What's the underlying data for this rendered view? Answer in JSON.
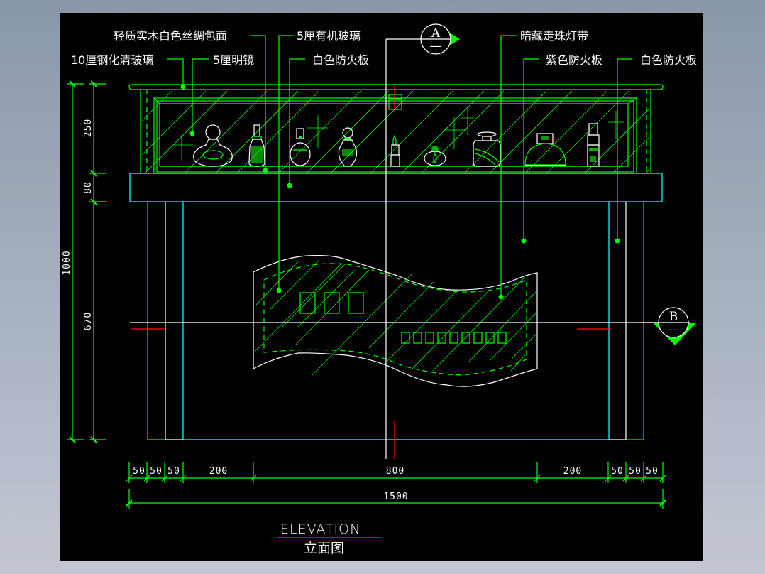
{
  "window": {
    "background_color": "#000000",
    "frame_color": "#9aa4b4"
  },
  "drawing": {
    "title_en": "ELEVATION",
    "title_cn": "立面图",
    "section_markers": [
      {
        "letter": "A",
        "sub": "—"
      },
      {
        "letter": "B",
        "sub": "—"
      }
    ],
    "callouts": {
      "top_left": [
        {
          "label": "轻质实木白色丝绸包面"
        },
        {
          "label": "10厘钢化清玻璃"
        },
        {
          "label": "5厘明镜"
        },
        {
          "label": "5厘有机玻璃"
        },
        {
          "label": "白色防火板"
        }
      ],
      "top_right": [
        {
          "label": "暗藏走珠灯带"
        },
        {
          "label": "紫色防火板"
        },
        {
          "label": "白色防火板"
        }
      ]
    },
    "dimensions": {
      "vertical_overall": "1000",
      "vertical_segments": [
        "250",
        "80",
        "670"
      ],
      "horizontal_segments": [
        "50",
        "50",
        "50",
        "200",
        "800",
        "200",
        "50",
        "50",
        "50"
      ],
      "horizontal_overall": "1500"
    },
    "colors": {
      "linework": "#00ff00",
      "outline": "#ffffff",
      "counter": "#00e5ee",
      "centerline": "#ff1010",
      "title_underline": "#d000d0"
    }
  }
}
